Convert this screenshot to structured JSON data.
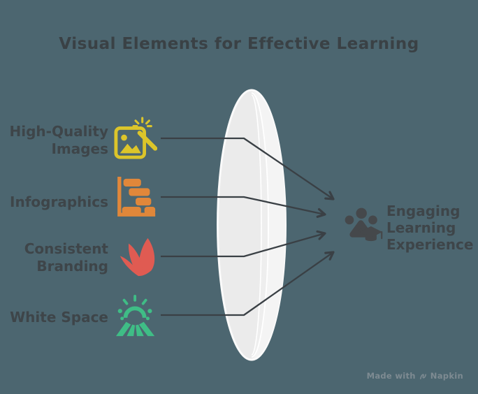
{
  "title": "Visual Elements for Effective Learning",
  "items": [
    {
      "label": "High-Quality Images",
      "lines": [
        "High-Quality",
        "Images"
      ],
      "icon": "image-sparkle-icon",
      "color": "#DCC52A"
    },
    {
      "label": "Infographics",
      "lines": [
        "Infographics"
      ],
      "icon": "gantt-chart-icon",
      "color": "#E0873A"
    },
    {
      "label": "Consistent Branding",
      "lines": [
        "Consistent",
        "Branding"
      ],
      "icon": "book-pages-icon",
      "color": "#E05B52"
    },
    {
      "label": "White Space",
      "lines": [
        "White Space"
      ],
      "icon": "sunrise-field-icon",
      "color": "#3FBD86"
    }
  ],
  "outcome": {
    "label": "Engaging Learning Experience",
    "lines": [
      "Engaging",
      "Learning",
      "Experience"
    ],
    "icon": "paw-graduation-icon",
    "color": "#45484B"
  },
  "lens": {
    "shape": "vertical-lens",
    "fill": "#EBEBEB",
    "highlight": "#FFFFFF"
  },
  "connectors": {
    "count": 4,
    "color": "#3A4045",
    "style": "bend-then-converge-arrows"
  },
  "watermark": {
    "prefix": "Made with",
    "brand": "Napkin",
    "icon": "napkin-logo-icon"
  },
  "colors": {
    "background": "#4C6670",
    "text": "#3E4549",
    "arrow": "#3A4045",
    "lens_fill": "#EBEBEB"
  }
}
